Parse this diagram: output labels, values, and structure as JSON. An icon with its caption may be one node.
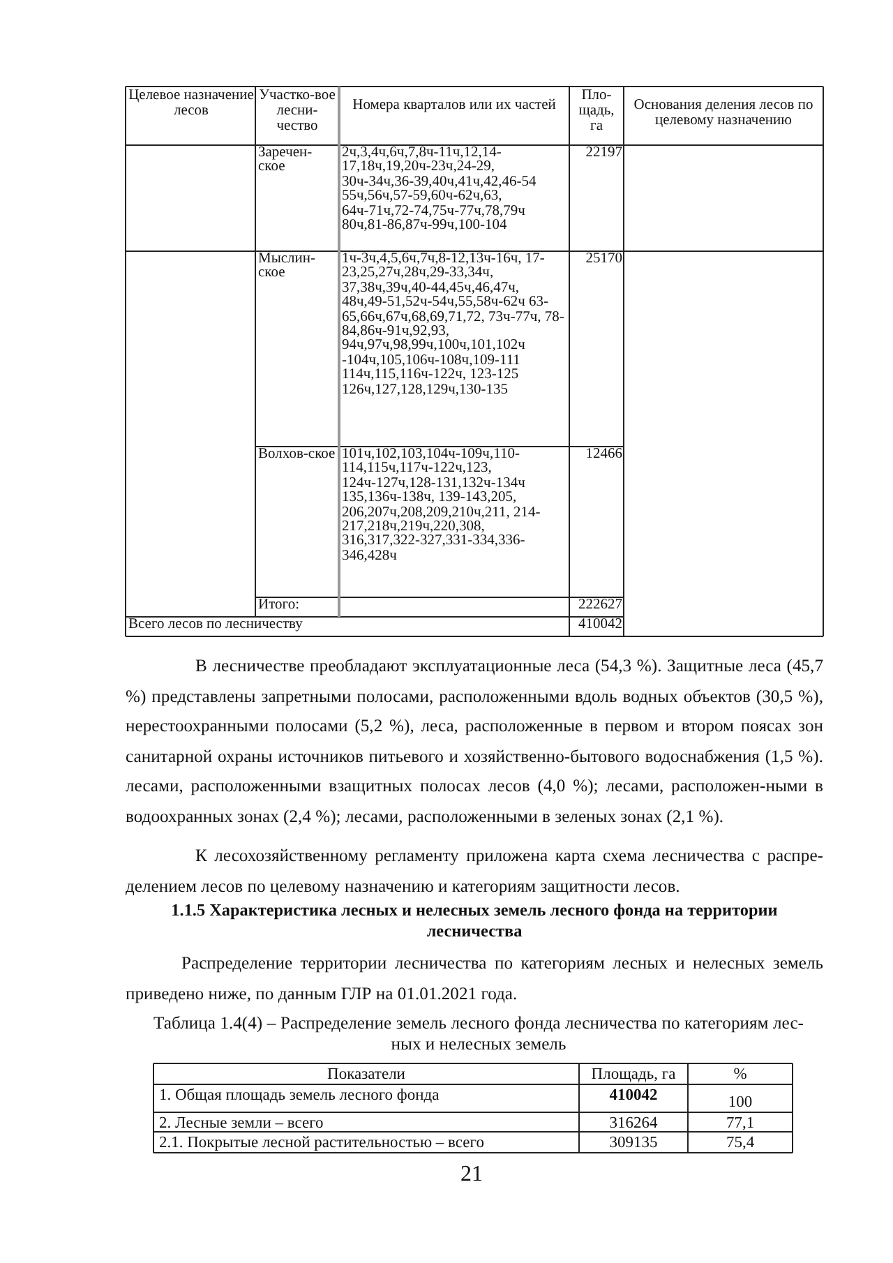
{
  "diagram": {
    "labels": [
      "Целевое назначение лесов",
      "Участко-вое лесни-чество",
      "Номера кварталов или их частей",
      "Пло-щадь, га",
      "Основания деления лесов по целевому назначению",
      "Заречен-ское",
      "2ч,3,4ч,6ч,7,8ч-11ч,12,14-17,18ч,19,20ч-23ч,24-29, 30ч-34ч,36-39,40ч,41ч,42,46-54 55ч,56ч,57-59,60ч-62ч,63, 64ч-71ч,72-74,75ч-77ч,78,79ч 80ч,81-86,87ч-99ч,100-104",
      "22197",
      "Мыслин-ское",
      "1ч-3ч,4,5,6ч,7ч,8-12,13ч-16ч, 17-23,25,27ч,28ч,29-33,34ч, 37,38ч,39ч,40-44,45ч,46,47ч, 48ч,49-51,52ч-54ч,55,58ч-62ч 63-65,66ч,67ч,68,69,71,72, 73ч-77ч, 78-84,86ч-91ч,92,93, 94ч,97ч,98,99ч,100ч,101,102ч -104ч,105,106ч-108ч,109-111 114ч,115,116ч-122ч, 123-125 126ч,127,128,129ч,130-135",
      "25170",
      "Волхов-ское",
      "101ч,102,103,104ч-109ч,110-114,115ч,117ч-122ч,123, 124ч-127ч,128-131,132ч-134ч 135,136ч-138ч, 139-143,205, 206,207ч,208,209,210ч,211, 214-217,218ч,219ч,220,308, 316,317,322-327,331-334,336-346,428ч",
      "12466",
      "Итого:",
      "222627",
      "Всего лесов по лесничеству",
      "410042",
      "В лесничестве преобладают эксплуатационные леса (54,3 %). Защитные леса (45,7 %) представлены запретными полосами, расположенными вдоль водных объектов (30,5 %), нерестоохранными полосами (5,2 %), леса, расположенные в первом и втором поясах зон санитарной охраны источников питьевого и хозяйственно-бытового водоснабжения (1,5 %). лесами, расположенными взащитных полосах лесов (4,0 %); лесами, расположен-ными в водоохранных зонах (2,4 %); лесами, расположенными в зеленых зонах (2,1 %).",
      "К лесохозяйственному регламенту приложена карта схема лесничества с распре-делением лесов по целевому назначению и категориям защитности лесов.",
      "1.1.5 Характеристика лесных и нелесных земель лесного фонда на территории лесничества",
      "Распределение территории лесничества по категориям лесных и нелесных земель приведено ниже, по данным ГЛР на 01.01.2021 года.",
      "Таблица 1.4(4) – Распределение земель лесного фонда лесничества по категориям лес-ных и нелесных земель",
      "Показатели",
      "Площадь, га",
      "%",
      "1. Общая площадь земель лесного фонда",
      "410042",
      "100",
      "2. Лесные земли – всего",
      "316264",
      "77,1",
      "2.1. Покрытые лесной растительностью – всего",
      "309135",
      "75,4",
      "21"
    ]
  }
}
